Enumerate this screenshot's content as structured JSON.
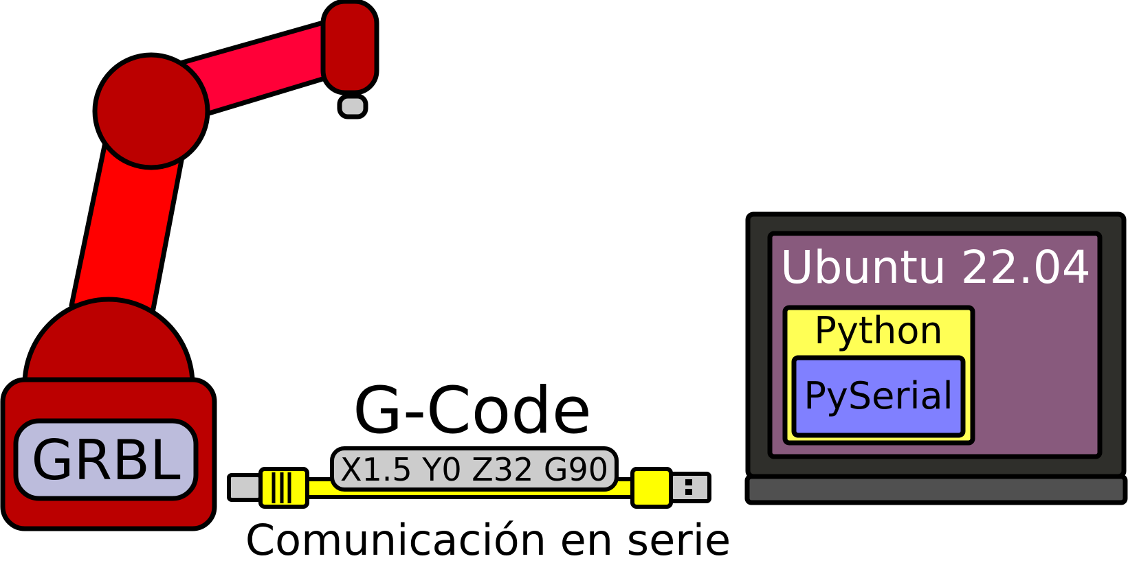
{
  "robot": {
    "controller_label": "GRBL"
  },
  "cable": {
    "protocol_label": "G-Code",
    "command_example": "X1.5 Y0 Z32 G90",
    "caption": "Comunicación en serie"
  },
  "laptop": {
    "os_label": "Ubuntu 22.04",
    "language_label": "Python",
    "library_label": "PySerial"
  },
  "colors": {
    "robot_dark_red": "#bb0000",
    "robot_arm_red": "#ff0000",
    "robot_upper_arm": "#ff0038",
    "grbl_badge": "#bcbcdc",
    "cable_yellow": "#ffff00",
    "connector_gray": "#cccccc",
    "laptop_frame": "#2f2f2b",
    "laptop_base": "#505050",
    "screen_purple": "#885a7d",
    "python_yellow": "#ffff55",
    "pyserial_blue": "#8080ff",
    "ubuntu_text": "#ffffff"
  }
}
